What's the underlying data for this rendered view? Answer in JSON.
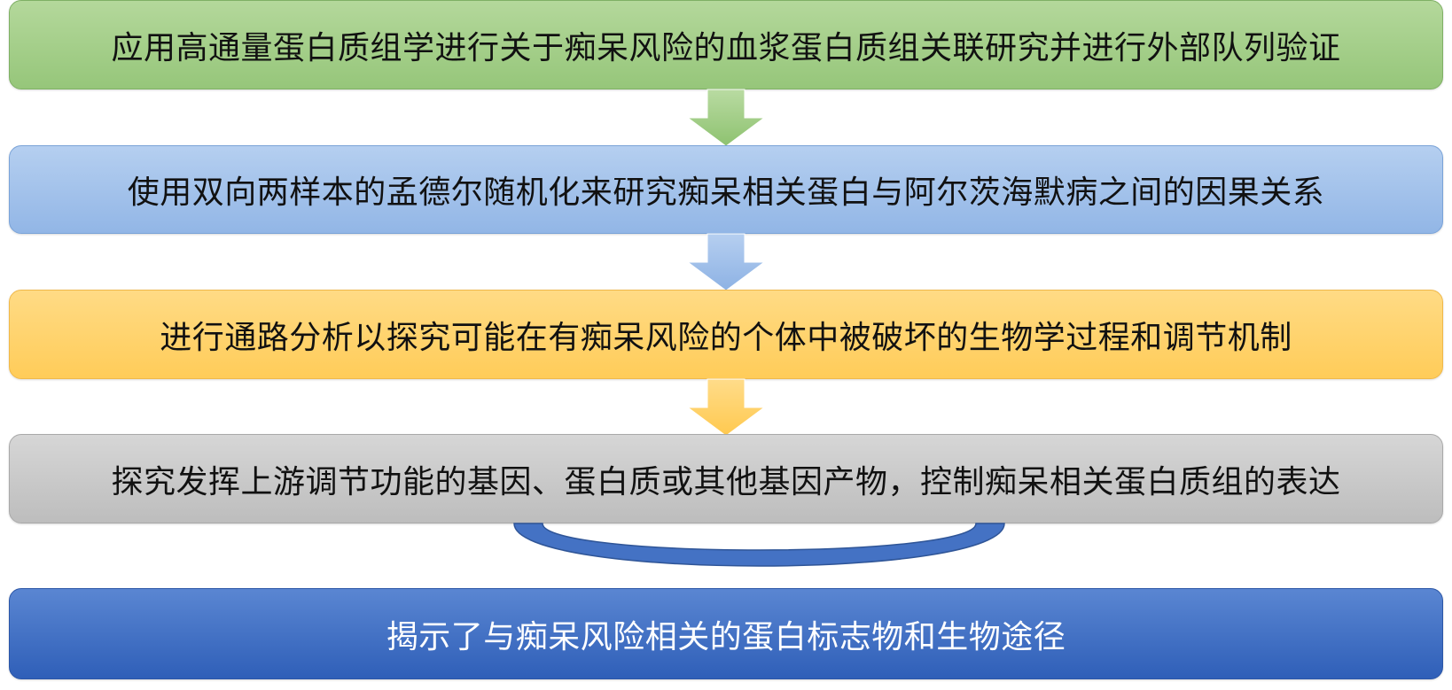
{
  "steps": [
    {
      "label": "应用高通量蛋白质组学进行关于痴呆风险的血浆蛋白质组关联研究并进行外部队列验证"
    },
    {
      "label": "使用双向两样本的孟德尔随机化来研究痴呆相关蛋白与阿尔茨海默病之间的因果关系"
    },
    {
      "label": "进行通路分析以探究可能在有痴呆风险的个体中被破坏的生物学过程和调节机制"
    },
    {
      "label": "探究发挥上游调节功能的基因、蛋白质或其他基因产物，控制痴呆相关蛋白质组的表达"
    },
    {
      "label": "揭示了与痴呆风险相关的蛋白标志物和生物途径"
    }
  ],
  "colors": {
    "green_arrow": "#9bc97f",
    "blue_arrow": "#9bbbe7",
    "orange_arrow": "#ffd066",
    "connector": "#4472c4"
  }
}
